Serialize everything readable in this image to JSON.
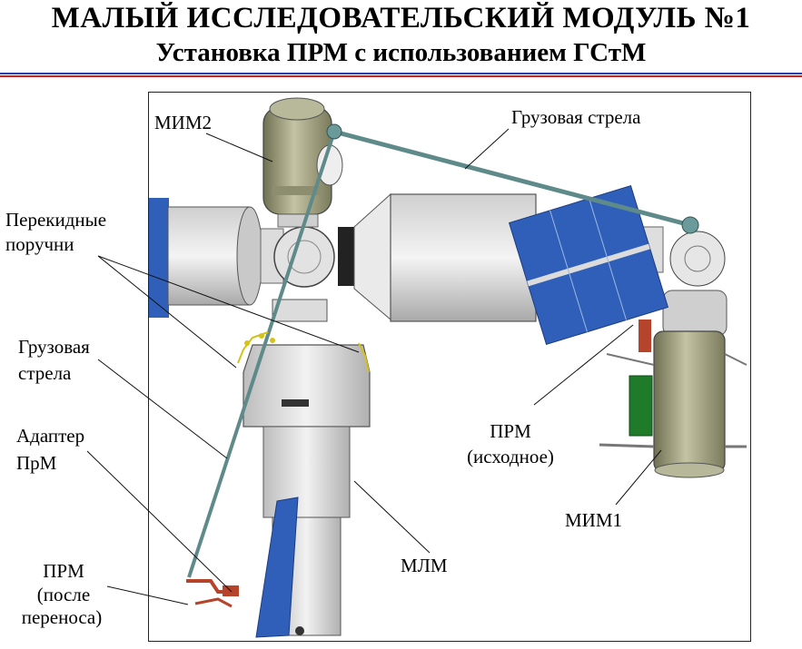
{
  "header": {
    "title": "МАЛЫЙ ИССЛЕДОВАТЕЛЬСКИЙ МОДУЛЬ №1",
    "subtitle": "Установка ПРМ с использованием ГСтМ"
  },
  "labels": {
    "mim2": "МИМ2",
    "boom_top": "Грузовая стрела",
    "handrails_1": "Перекидные",
    "handrails_2": "поручни",
    "boom_left_1": "Грузовая",
    "boom_left_2": "стрела",
    "adapter_1": "Адаптер",
    "adapter_2": "ПрМ",
    "prm_after_1": "ПРМ",
    "prm_after_2": "(после",
    "prm_after_3": "переноса)",
    "prm_orig_1": "ПРМ",
    "prm_orig_2": "(исходное)",
    "mim1": "МИМ1",
    "mlm": "МЛМ"
  },
  "colors": {
    "title_stripe_blue": "#2a3fb0",
    "title_stripe_red": "#d02020",
    "solar_panel": "#2f5fb8",
    "module_olive": "#9a9a78",
    "module_grey": "#d8d8d8",
    "boom": "#5f8a8a",
    "prm_green": "#1f7a2a",
    "prm_red": "#b5442a"
  }
}
